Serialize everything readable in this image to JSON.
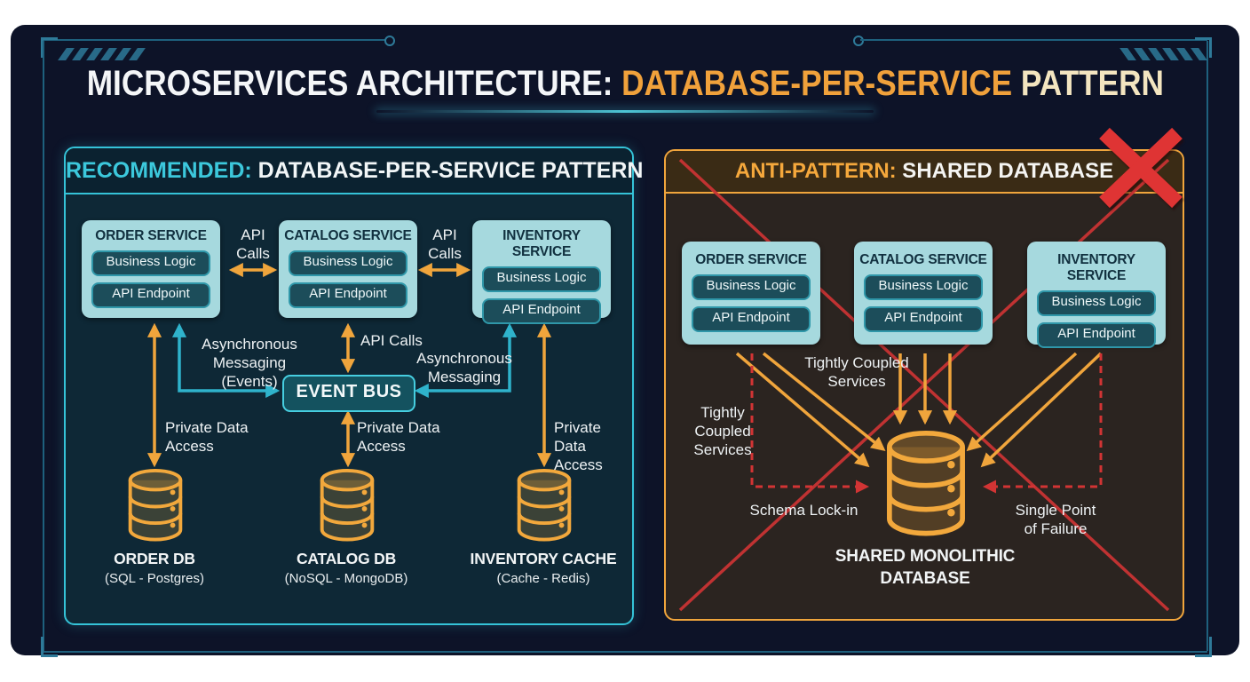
{
  "title": {
    "prefix": "MICROSERVICES ARCHITECTURE: ",
    "highlight": "DATABASE-PER-SERVICE ",
    "suffix": "PATTERN"
  },
  "colors": {
    "background": "#0d1328",
    "accent_teal": "#35c3d8",
    "accent_orange": "#f0a53c",
    "danger_red": "#d23434",
    "service_box": "#a6d9de",
    "title_highlight": "#f0a13b",
    "title_suffix_cream": "#f3e5c0"
  },
  "left_panel": {
    "header_highlight": "RECOMMENDED:",
    "header_rest": " DATABASE-PER-SERVICE PATTERN",
    "services": [
      {
        "title": "ORDER SERVICE",
        "components": [
          "Business Logic",
          "API Endpoint"
        ]
      },
      {
        "title": "CATALOG SERVICE",
        "components": [
          "Business Logic",
          "API Endpoint"
        ]
      },
      {
        "title": "INVENTORY SERVICE",
        "components": [
          "Business Logic",
          "API Endpoint"
        ]
      }
    ],
    "labels": {
      "api_calls_1": [
        "API",
        "Calls"
      ],
      "api_calls_2": [
        "API",
        "Calls"
      ],
      "async_events": [
        "Asynchronous",
        "Messaging",
        "(Events)"
      ],
      "api_calls_bus": "API Calls",
      "async_right": [
        "Asynchronous",
        "Messaging"
      ],
      "private_access_1": [
        "Private Data",
        "Access"
      ],
      "private_access_2": [
        "Private Data",
        "Access"
      ],
      "private_access_3": [
        "Private Data",
        "Access"
      ],
      "event_bus": "EVENT BUS"
    },
    "databases": [
      {
        "name": "ORDER DB",
        "tech": "(SQL - Postgres)"
      },
      {
        "name": "CATALOG DB",
        "tech": "(NoSQL - MongoDB)"
      },
      {
        "name": "INVENTORY CACHE",
        "tech": "(Cache - Redis)"
      }
    ]
  },
  "right_panel": {
    "header_highlight": "ANTI-PATTERN:",
    "header_rest": " SHARED DATABASE",
    "services": [
      {
        "title": "ORDER SERVICE",
        "components": [
          "Business Logic",
          "API Endpoint"
        ]
      },
      {
        "title": "CATALOG SERVICE",
        "components": [
          "Business Logic",
          "API Endpoint"
        ]
      },
      {
        "title": "INVENTORY SERVICE",
        "components": [
          "Business Logic",
          "API Endpoint"
        ]
      }
    ],
    "labels": {
      "tightly_coupled_center": [
        "Tightly Coupled",
        "Services"
      ],
      "tightly_coupled_left": [
        "Tightly",
        "Coupled",
        "Services"
      ],
      "schema_lockin": "Schema Lock-in",
      "single_point": [
        "Single Point",
        "of Failure"
      ],
      "shared_db": [
        "SHARED MONOLITHIC",
        "DATABASE"
      ]
    }
  }
}
